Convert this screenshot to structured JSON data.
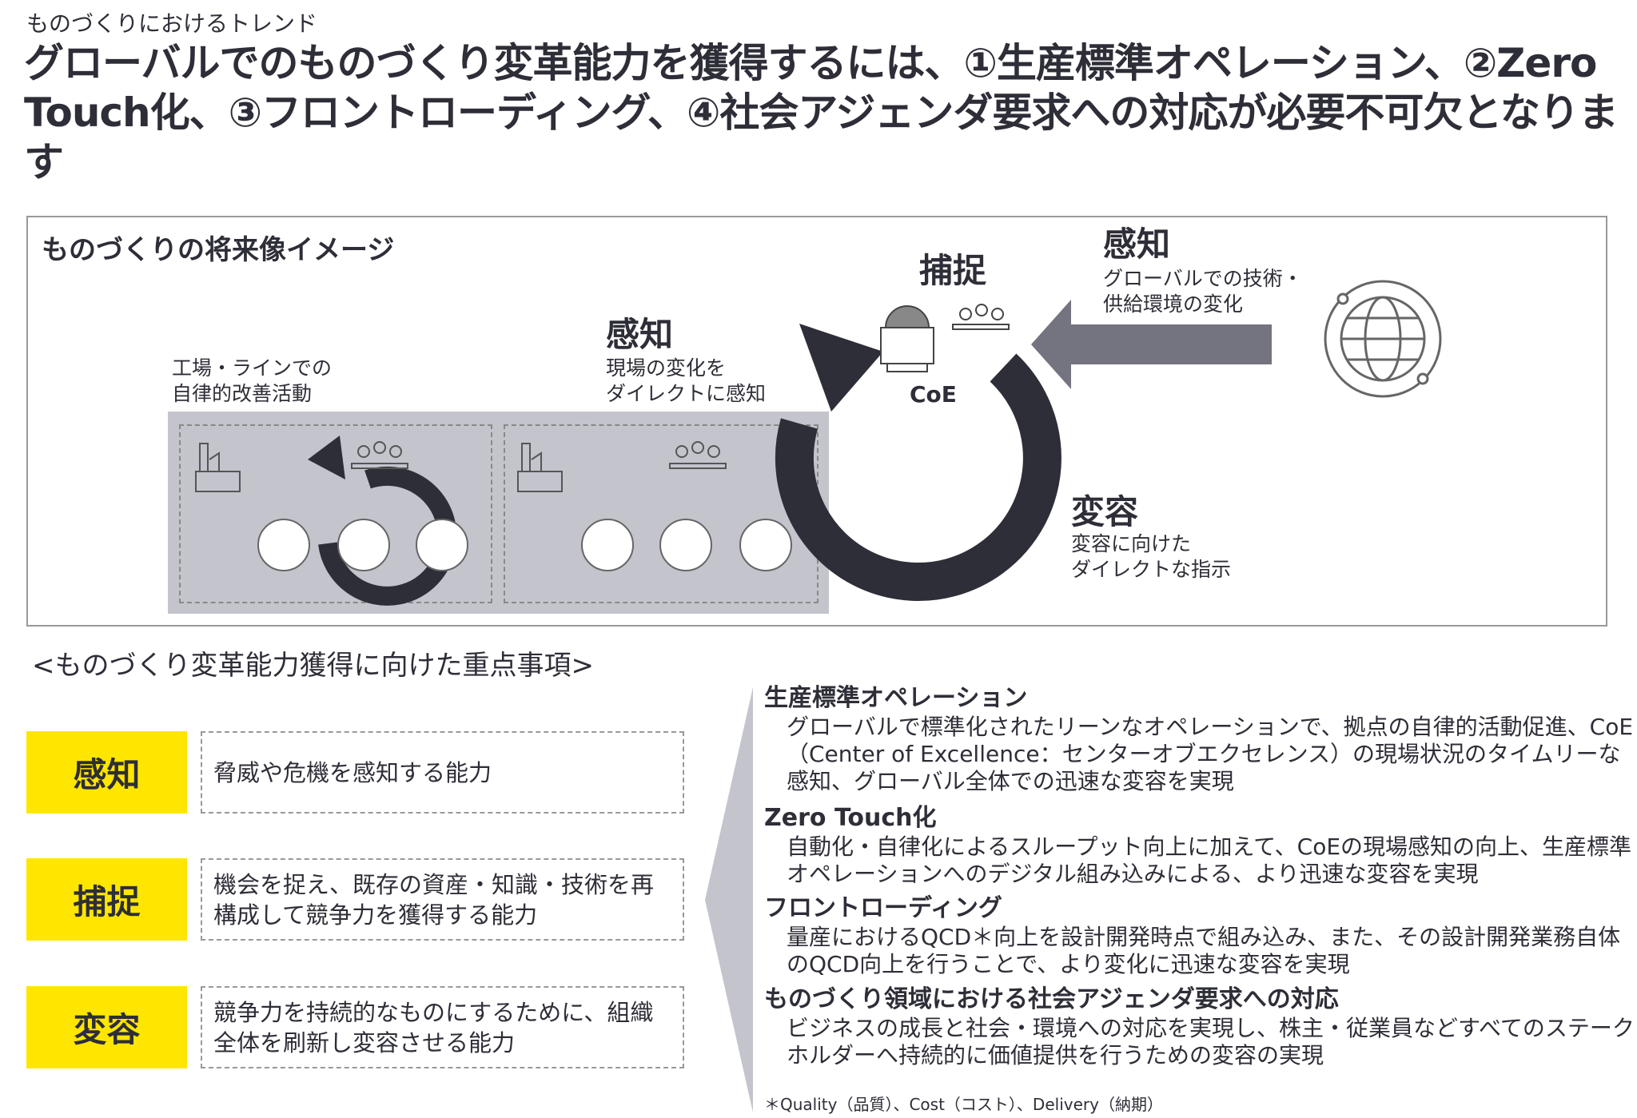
{
  "subtitle": "ものづくりにおけるトレンド",
  "title": "グローバルでのものづくり変革能力を獲得するには、①生産標準オペレーション、②Zero Touch化、③フロントローディング、④社会アジェンダ要求への対応が必要不可欠となります",
  "diagram": {
    "title": "ものづくりの将来像イメージ",
    "local_caption": "工場・ラインでの\n自律的改善活動",
    "sense_local": {
      "heading": "感知",
      "desc": "現場の変化を\nダイレクトに感知"
    },
    "capture": {
      "heading": "捕捉",
      "label": "CoE"
    },
    "sense_global": {
      "heading": "感知",
      "desc": "グローバルでの技術・\n供給環境の変化"
    },
    "transform": {
      "heading": "変容",
      "desc": "変容に向けた\nダイレクトな指示"
    },
    "colors": {
      "arc": "#2e2e38",
      "panel": "#c4c4cd",
      "arrow": "#747480"
    }
  },
  "section_heading": "<ものづくり変革能力獲得に向けた重点事項>",
  "capabilities": [
    {
      "label": "感知",
      "desc": "脅威や危機を感知する能力"
    },
    {
      "label": "捕捉",
      "desc": "機会を捉え、既存の資産・知識・技術を再構成して競争力を獲得する能力"
    },
    {
      "label": "変容",
      "desc": "競争力を持続的なものにするために、組織全体を刷新し変容させる能力"
    }
  ],
  "focus_items": [
    {
      "heading": "生産標準オペレーション",
      "body": "グローバルで標準化されたリーンなオペレーションで、拠点の自律的活動促進、CoE（Center of Excellence：センターオブエクセレンス）の現場状況のタイムリーな感知、グローバル全体での迅速な変容を実現"
    },
    {
      "heading": "Zero Touch化",
      "body": "自動化・自律化によるスループット向上に加えて、CoEの現場感知の向上、生産標準オペレーションへのデジタル組み込みによる、より迅速な変容を実現"
    },
    {
      "heading": "フロントローディング",
      "body": "量産におけるQCD＊向上を設計開発時点で組み込み、また、その設計開発業務自体のQCD向上を行うことで、より変化に迅速な変容を実現"
    },
    {
      "heading": "ものづくり領域における社会アジェンダ要求への対応",
      "body": "ビジネスの成長と社会・環境への対応を実現し、株主・従業員などすべてのステークホルダーへ持続的に価値提供を行うための変容の実現"
    }
  ],
  "footnote": "＊Quality（品質）、Cost（コスト）、Delivery（納期）",
  "accent": "#ffe600"
}
